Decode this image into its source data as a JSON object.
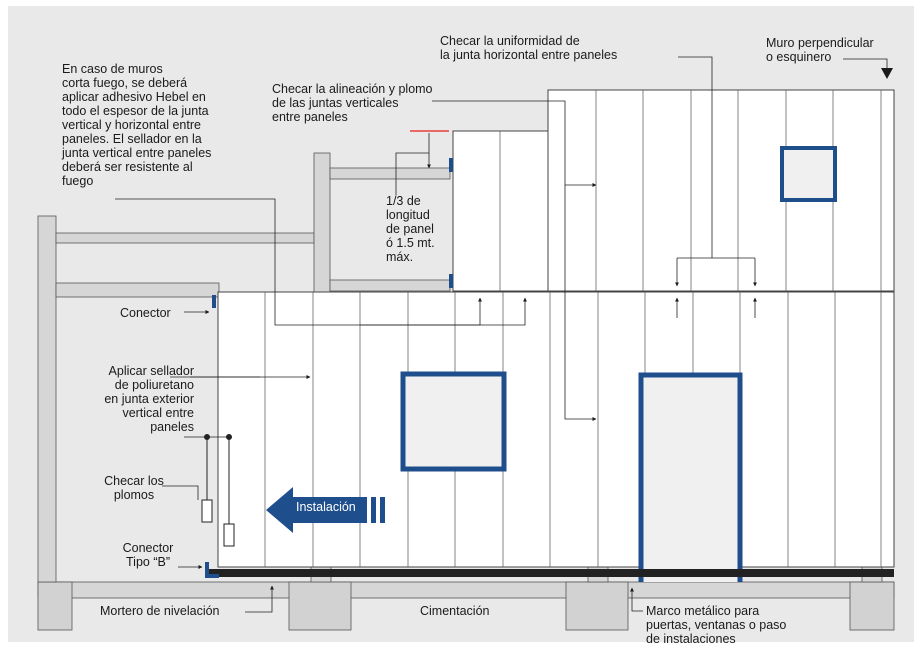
{
  "labels": {
    "firewall": "En caso de muros\ncorta  fuego, se deberá\naplicar adhesivo Hebel en\ntodo el espesor de la junta\nvertical y horizontal entre\npaneles. El sellador en la\njunta vertical entre paneles\ndeberá ser resistente al\nfuego",
    "alineacion": "Checar la alineación y plomo\nde las juntas verticales\nentre paneles",
    "uniformidad": "Checar la uniformidad de\nla junta horizontal entre paneles",
    "perpendicular": "Muro perpendicular\no esquinero",
    "longitud": "1/3 de\nlongitud\nde panel\nó 1.5 mt.\nmáx.",
    "conector": "Conector",
    "sellador": "Aplicar sellador\nde poliuretano\nen junta exterior\nvertical entre\npaneles",
    "plomos": "Checar los\nplomos",
    "conector_b": "Conector\nTipo “B”",
    "instalacion": "Instalación",
    "mortero": "Mortero de nivelación",
    "cimentacion": "Cimentación",
    "marco": "Marco metálico para\npuertas, ventanas o paso\nde instalaciones"
  },
  "colors": {
    "background": "#e9e9ea",
    "panel": "#ffffff",
    "frame": "#1f4e8c",
    "steel": "#d6d6d6",
    "mortar": "#222222",
    "guide": "#e8403a"
  }
}
